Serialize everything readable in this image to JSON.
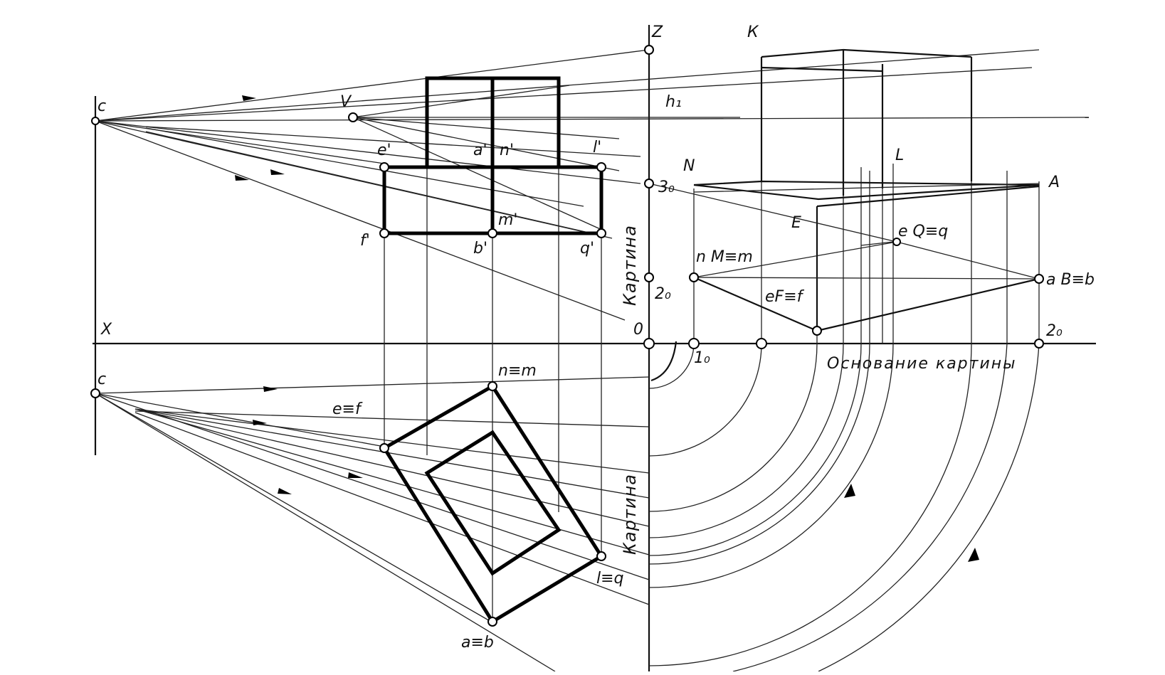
{
  "labels": {
    "Z": "Z",
    "K": "К",
    "c_top": "c",
    "c_bottom": "c",
    "V": "V",
    "h": "h₁",
    "e_prime": "e'",
    "a_prime": "a'",
    "n_prime": "n'",
    "l_prime": "l'",
    "f_prime": "f'",
    "b_prime": "b'",
    "m_prime": "m'",
    "q_prime": "q'",
    "N": "N",
    "L": "L",
    "A": "A",
    "E": "E",
    "three0": "3₀",
    "two0_left": "2₀",
    "two0_right": "2₀",
    "one0": "1₀",
    "O": "0",
    "X": "X",
    "eQq": "e Q≡q",
    "nMm": "n M≡m",
    "eFf": "eF≡f",
    "aBb": "a B≡b",
    "n_eq_m": "n≡m",
    "e_eq_f": "e≡f",
    "l_eq_q": "l≡q",
    "a_eq_b": "a≡b",
    "picture_base": "Основание картины",
    "kartina_top": "Картина",
    "kartina_bottom": "Картина"
  }
}
